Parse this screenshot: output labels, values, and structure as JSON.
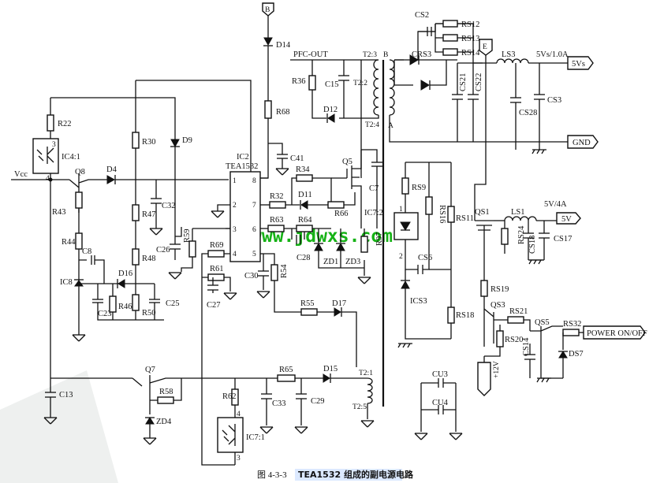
{
  "caption": {
    "figure": "图 4-3-3",
    "title": "TEA1532 组成的副电源电路"
  },
  "watermark": "www.jdwxs.com",
  "ports": {
    "b": "B",
    "e": "E",
    "out_5vs": "5Vs",
    "gnd": "GND",
    "out_5v": "5V",
    "power": "POWER ON/OFF",
    "plus12": "+12V"
  },
  "ic": {
    "ref": "IC2",
    "part": "TEA1532",
    "pins": [
      "1",
      "2",
      "3",
      "4",
      "5",
      "6",
      "7",
      "8"
    ]
  },
  "nets": {
    "pfc_out": "PFC-OUT",
    "vcc": "Vcc",
    "v5vs": "5Vs/1.0A",
    "v5v": "5V/4A"
  },
  "labels": {
    "d14": "D14",
    "r68": "R68",
    "c41": "C41",
    "r22": "R22",
    "ic4": "IC4:1",
    "q8": "Q8",
    "d4": "D4",
    "r43": "R43",
    "r44": "R44",
    "c8": "C8",
    "ic8": "IC8",
    "c23": "C23",
    "r46": "R46",
    "r50": "R50",
    "c25": "C25",
    "d16": "D16",
    "r30": "R30",
    "d9": "D9",
    "r47": "R47",
    "c32": "C32",
    "r48": "R48",
    "c26": "C26",
    "r59": "R59",
    "r69": "R69",
    "r61": "R61",
    "c27": "C27",
    "c30": "C30",
    "r54": "R54",
    "r55": "R55",
    "d17": "D17",
    "r32": "R32",
    "d11": "D11",
    "r34": "R34",
    "q5": "Q5",
    "c7": "C7",
    "r66": "R66",
    "r63": "R63",
    "r64": "R64",
    "c28": "C28",
    "zd1": "ZD1",
    "zd3": "ZD3",
    "r97": "R97",
    "r36": "R36",
    "c15": "C15",
    "d12": "D12",
    "t23": "T2:3",
    "t22": "T2:2",
    "t24": "T2:4",
    "t21": "T2:1",
    "t25": "T2:5",
    "tb": "B",
    "ta": "A",
    "c13": "C13",
    "q7": "Q7",
    "r58": "R58",
    "zd4": "ZD4",
    "r65": "R65",
    "d15": "D15",
    "c33": "C33",
    "c29": "C29",
    "r62": "R62",
    "ic71": "IC7:1",
    "cs2": "CS2",
    "rs12": "RS12",
    "rs13": "RS13",
    "rs14": "RS14",
    "crs3": "CRS3",
    "ls3": "LS3",
    "cs21": "CS21",
    "cs22": "CS22",
    "cs28": "CS28",
    "cs3": "CS3",
    "rs9": "RS9",
    "rs16": "RS16",
    "rs11": "RS11",
    "ic72": "IC7:2",
    "cs6": "CS6",
    "ics3": "ICS3",
    "rs18": "RS18",
    "qs1": "QS1",
    "ls1": "LS1",
    "rs24": "RS24",
    "cs18": "CS18",
    "cs17": "CS17",
    "rs19": "RS19",
    "qs3": "QS3",
    "rs21": "RS21",
    "rs20": "RS20",
    "qs5": "QS5",
    "rs32": "RS32",
    "cs14": "CS14",
    "ds7": "DS7",
    "cu3": "CU3",
    "cu4": "CU4",
    "n1": "1",
    "n2": "2",
    "n3": "3",
    "n4": "4"
  }
}
